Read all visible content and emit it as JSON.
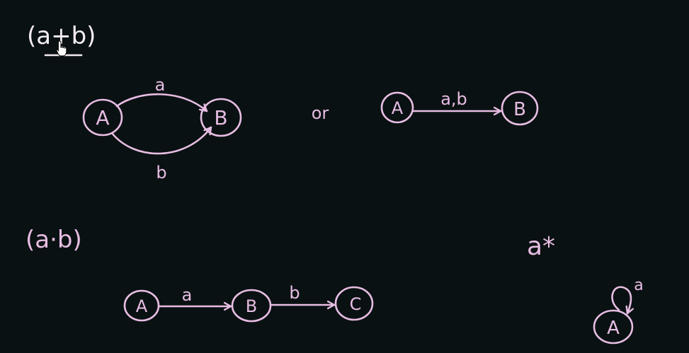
{
  "union": {
    "title": "(a+b)",
    "diagram1": {
      "state_from": "A",
      "state_to": "B",
      "upper_label": "a",
      "lower_label": "b"
    },
    "connector": "or",
    "diagram2": {
      "state_from": "A",
      "state_to": "B",
      "edge_label": "a,b"
    }
  },
  "concat": {
    "title": "(a·b)",
    "states": [
      "A",
      "B",
      "C"
    ],
    "edge_labels": [
      "a",
      "b"
    ]
  },
  "star": {
    "title": "a*",
    "state": "A",
    "loop_label": "a"
  },
  "colors": {
    "background": "#0a1112",
    "ink_white": "#f2ecf2",
    "ink_pink": "#e7bde3"
  },
  "icons": {
    "cursor": "hand-pointer-icon"
  }
}
